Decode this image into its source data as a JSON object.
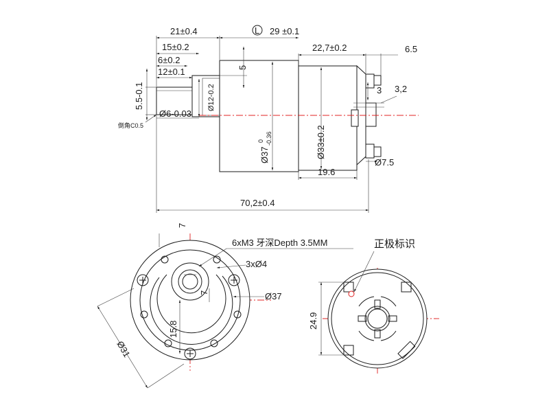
{
  "side_view": {
    "dims": {
      "d21": "21±0.4",
      "d15": "15±0.2",
      "d6": "6±0.2",
      "d12": "12±0.1",
      "d29": "29 ±0.1",
      "d22": "22,7±0.2",
      "d65": "6.5",
      "d5": "5",
      "d55": "5.5-0.1",
      "dphi6": "Ø6-0.03",
      "dphi12": "Ø12-0.2",
      "chamfer": "倒角C0.5",
      "dphi37": "Ø37",
      "dphi37_tol_upper": "0",
      "dphi37_tol_lower": "-0.36",
      "dphi33": "Ø33±0.2",
      "d3": "3",
      "d32": "3,2",
      "dphi75": "Ø7.5",
      "d196": "19.6",
      "d70": "70,2±0.4"
    },
    "symbol": "L"
  },
  "front_view": {
    "dims": {
      "d7top": "7",
      "thread": "6xM3 牙深Depth 3.5MM",
      "holes": "3xØ4",
      "d37": "Ø37",
      "d7inner": "7",
      "d158": "15.8",
      "d31": "Ø31"
    }
  },
  "rear_view": {
    "dims": {
      "polarity": "正极标识",
      "d249": "24.9"
    }
  }
}
